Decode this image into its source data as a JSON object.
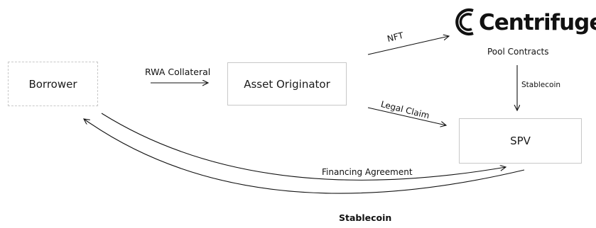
{
  "nodes": {
    "borrower": "Borrower",
    "asset_originator": "Asset Originator",
    "spv": "SPV"
  },
  "logo": {
    "brand_text": "Centrifuge",
    "subtitle": "Pool Contracts",
    "icon": "centrifuge-logo-icon"
  },
  "edges": {
    "rwa_collateral": "RWA Collateral",
    "nft": "NFT",
    "legal_claim": "Legal Claim",
    "stablecoin_pool_to_spv": "Stablecoin",
    "financing_agreement": "Financing Agreement",
    "stablecoin_spv_to_borrower": "Stablecoin"
  },
  "colors": {
    "line": "#111111",
    "box_border": "#c8c8c8",
    "text": "#111111"
  }
}
